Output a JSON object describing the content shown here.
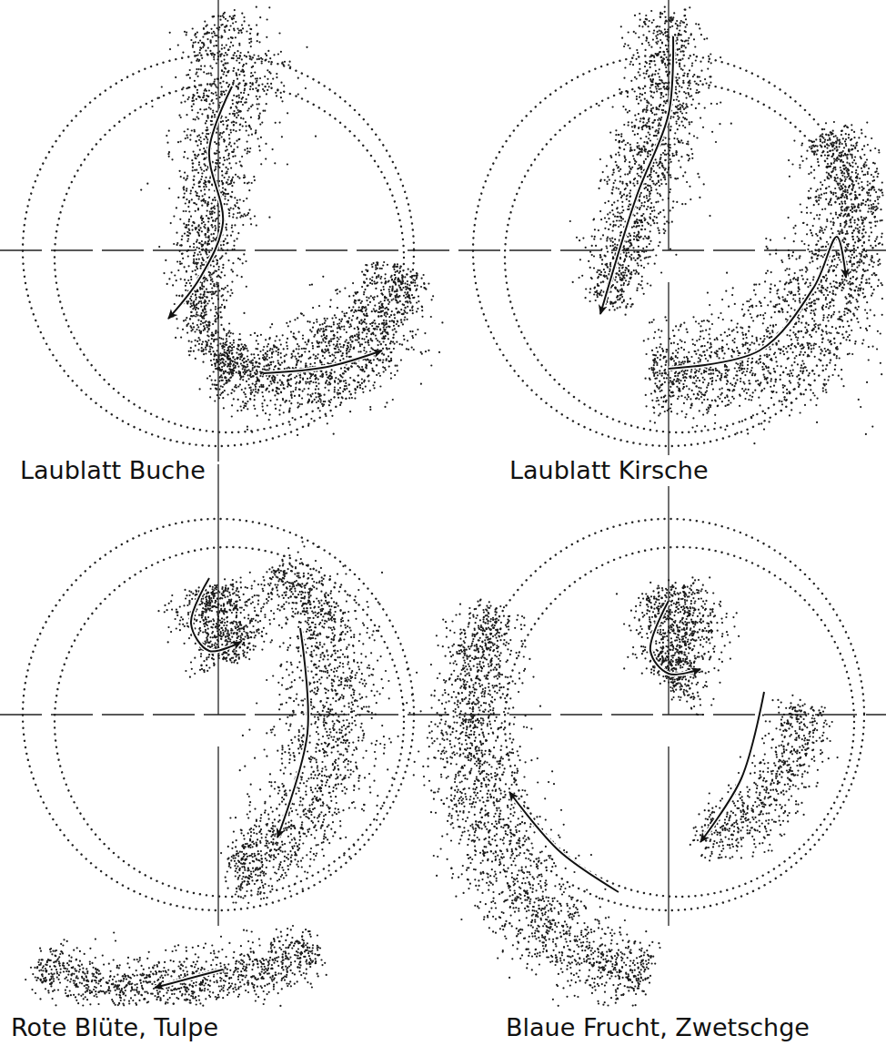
{
  "diagram": {
    "labels": [
      "Laublatt Buche",
      "Laublatt Kirsche",
      "Rote Blüte, Tulpe",
      "Blaue Frucht, Zwetschge"
    ]
  }
}
